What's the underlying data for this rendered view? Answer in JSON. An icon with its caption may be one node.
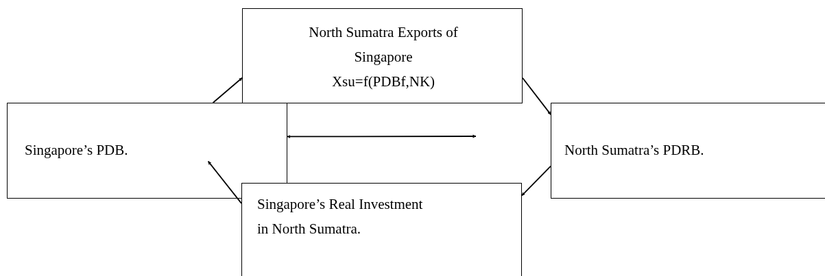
{
  "diagram": {
    "nodes": [
      {
        "text": [
          "Singapore’s PDB."
        ]
      },
      {
        "text": [
          "North Sumatra Exports of Singapore",
          "Xsu=f(PDBf,NK)"
        ]
      },
      {
        "text": [
          "North Sumatra’s PDRB."
        ]
      },
      {
        "text": [
          "Singapore’s Real Investment in North Sumatra."
        ]
      }
    ],
    "edges": [
      {
        "from": 0,
        "to": 1,
        "arrow": "to"
      },
      {
        "from": 1,
        "to": 2,
        "arrow": "to"
      },
      {
        "from": 2,
        "to": 3,
        "arrow": "to"
      },
      {
        "from": 3,
        "to": 0,
        "arrow": "to"
      },
      {
        "from": 0,
        "to": null,
        "arrow": "both"
      }
    ]
  }
}
